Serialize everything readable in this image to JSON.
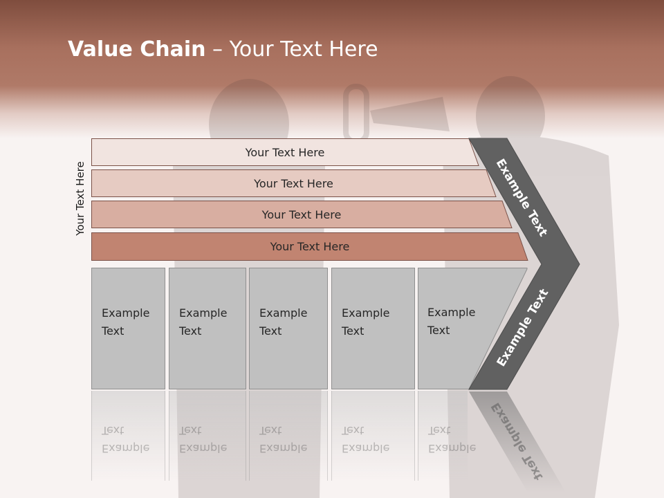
{
  "title": {
    "bold": "Value Chain",
    "rest": " – Your Text Here"
  },
  "side_label": "Your Text Here",
  "support_rows": [
    {
      "label": "Your Text Here",
      "fill": "#f1e4e0"
    },
    {
      "label": "Your Text Here",
      "fill": "#e6cbc2"
    },
    {
      "label": "Your Text Here",
      "fill": "#d8aea1"
    },
    {
      "label": "Your Text Here",
      "fill": "#c18471"
    }
  ],
  "primary_boxes": [
    {
      "label": "Example\nText"
    },
    {
      "label": "Example\nText"
    },
    {
      "label": "Example\nText"
    },
    {
      "label": "Example\nText"
    },
    {
      "label": "Example\nText"
    }
  ],
  "margin": {
    "top_label": "Example Text",
    "bottom_label": "Example Text",
    "fill": "#616161"
  },
  "colors": {
    "header": "#a8705e",
    "box_fill": "#c0c0c0",
    "row_border": "#7a5148"
  }
}
